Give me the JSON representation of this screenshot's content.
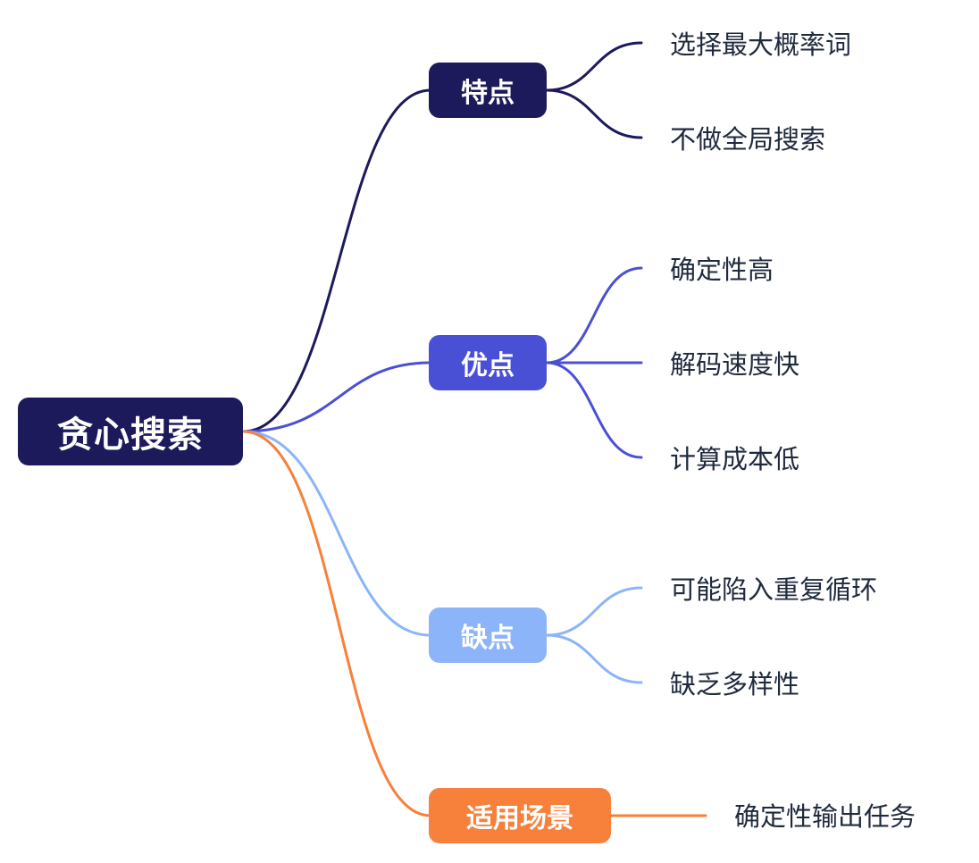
{
  "root": {
    "label": "贪心搜索",
    "color": "#1c1a5b"
  },
  "branches": [
    {
      "label": "特点",
      "color": "#1c1a5b",
      "leaves": [
        "选择最大概率词",
        "不做全局搜索"
      ]
    },
    {
      "label": "优点",
      "color": "#4a50d6",
      "leaves": [
        "确定性高",
        "解码速度快",
        "计算成本低"
      ]
    },
    {
      "label": "缺点",
      "color": "#8cb4f8",
      "leaves": [
        "可能陷入重复循环",
        "缺乏多样性"
      ]
    },
    {
      "label": "适用场景",
      "color": "#f7803a",
      "leaves": [
        "确定性输出任务"
      ]
    }
  ]
}
